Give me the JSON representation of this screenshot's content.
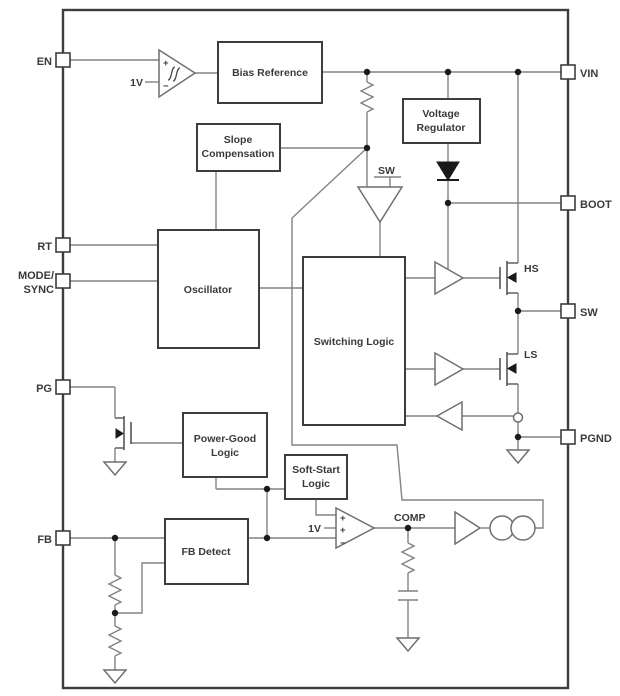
{
  "colors": {
    "background": "#ffffff",
    "wire": "#828282",
    "block_border": "#3d3d3d",
    "component_stroke": "#6f6f6f",
    "text": "#3a3a3a",
    "junction": "#1a1a1a"
  },
  "pins": {
    "left": {
      "en": "EN",
      "rt": "RT",
      "mode_sync_line1": "MODE/",
      "mode_sync_line2": "SYNC",
      "pg": "PG",
      "fb": "FB"
    },
    "right": {
      "vin": "VIN",
      "boot": "BOOT",
      "sw": "SW",
      "pgnd": "PGND"
    }
  },
  "blocks": {
    "bias_reference": "Bias Reference",
    "slope_compensation_line1": "Slope",
    "slope_compensation_line2": "Compensation",
    "voltage_regulator_line1": "Voltage",
    "voltage_regulator_line2": "Regulator",
    "oscillator": "Oscillator",
    "switching_logic": "Switching Logic",
    "power_good_logic_line1": "Power-Good",
    "power_good_logic_line2": "Logic",
    "soft_start_logic_line1": "Soft-Start",
    "soft_start_logic_line2": "Logic",
    "fb_detect": "FB Detect"
  },
  "labels": {
    "en_comparator_ref": "1V",
    "error_amp_ref": "1V",
    "sw_gate_drive": "SW",
    "comp_node": "COMP",
    "high_side_fet": "HS",
    "low_side_fet": "LS",
    "plus": "+",
    "minus": "−"
  }
}
